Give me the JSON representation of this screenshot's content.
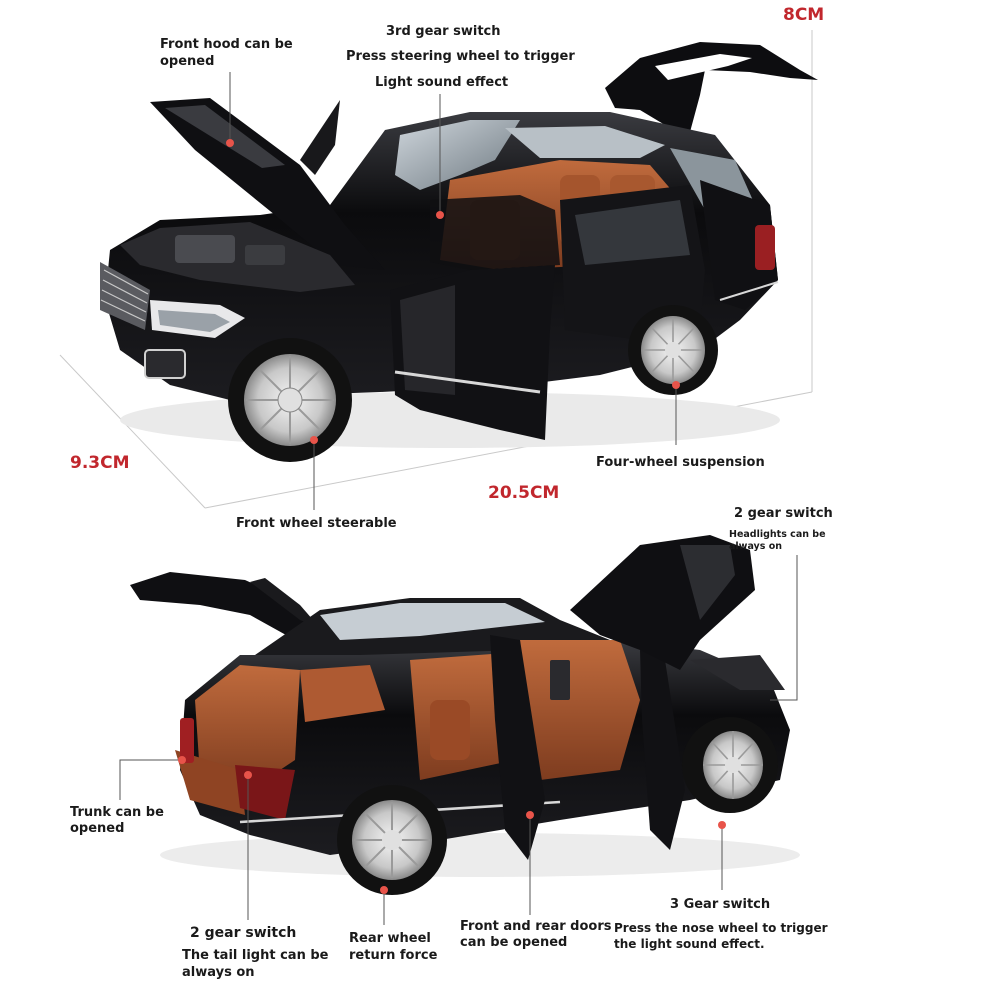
{
  "colors": {
    "accent_red": "#c1272d",
    "marker": "#e8544a",
    "car_body": "#0c0c0e",
    "interior": "#a0532e",
    "chrome": "#d8d8d8"
  },
  "icons": [
    "leader-dot",
    "dimension-line"
  ],
  "dimensions": {
    "height": "8CM",
    "width": "9.3CM",
    "length": "20.5CM"
  },
  "top_labels": {
    "front_hood": "Front hood can be opened",
    "gear3_title": "3rd gear switch",
    "gear3_press": "Press steering wheel to trigger",
    "gear3_effect": "Light sound effect",
    "four_wheel": "Four-wheel suspension",
    "front_wheel": "Front wheel steerable"
  },
  "bottom_labels": {
    "gear2_right_title": "2 gear switch",
    "gear2_right_desc_1": "Headlights can be",
    "gear2_right_desc_2": "always on",
    "trunk_1": "Trunk can be",
    "trunk_2": "opened",
    "gear2_left_title": "2 gear switch",
    "gear2_left_desc_1": "The tail light can be",
    "gear2_left_desc_2": "always on",
    "rear_wheel_1": "Rear wheel",
    "rear_wheel_2": "return force",
    "doors_1": "Front and rear doors",
    "doors_2": "can be opened",
    "gear3_bottom_title": "3 Gear switch",
    "gear3_bottom_desc_1": "Press the nose wheel to trigger",
    "gear3_bottom_desc_2": "the light sound effect."
  }
}
